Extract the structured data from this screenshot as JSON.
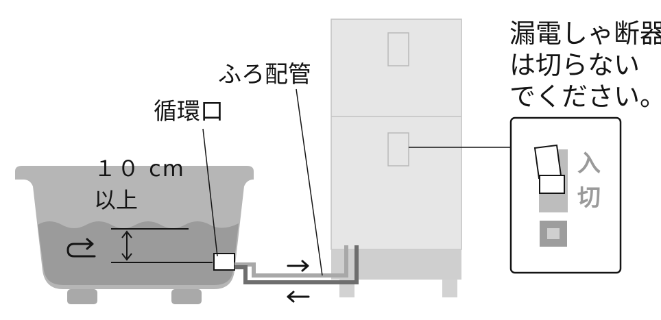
{
  "labels": {
    "pipe": "ふろ配管",
    "circulation_port": "循環口",
    "depth_value": "１０ cm",
    "depth_suffix": "以上",
    "breaker_warning": [
      "漏電しゃ断器",
      "は切らない",
      "でください。"
    ],
    "switch_on": "入",
    "switch_off": "切"
  },
  "colors": {
    "unit_body": "#e6e6e6",
    "unit_outline": "#bdbdbd",
    "tub_fill": "#b4b4b4",
    "water_fill": "#9c9c9c",
    "pipe_dark": "#6c6c6c",
    "pipe_light": "#a8a8a8",
    "switch_label": "#9a9a9a",
    "ink": "#141414"
  },
  "icons": {
    "return_arrow": "u-turn-arrow-icon",
    "flow_out": "arrow-right-icon",
    "flow_in": "arrow-left-icon"
  }
}
